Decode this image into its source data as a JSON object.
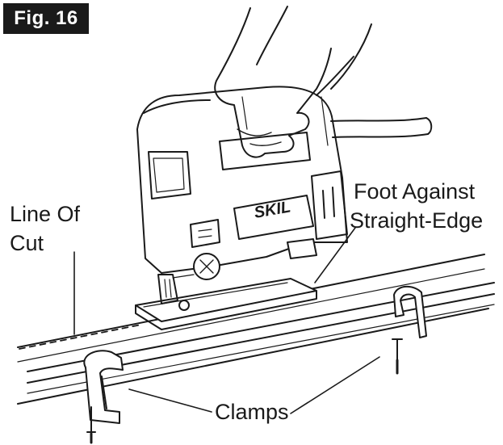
{
  "figure_label": "Fig. 16",
  "labels": {
    "line_of_cut_1": "Line Of",
    "line_of_cut_2": "Cut",
    "foot_1": "Foot Against",
    "foot_2": "Straight-Edge",
    "clamps": "Clamps",
    "brand": "SKIL"
  },
  "colors": {
    "ink": "#1a1a1a",
    "background": "#ffffff",
    "badge": "#1a1a1a"
  }
}
